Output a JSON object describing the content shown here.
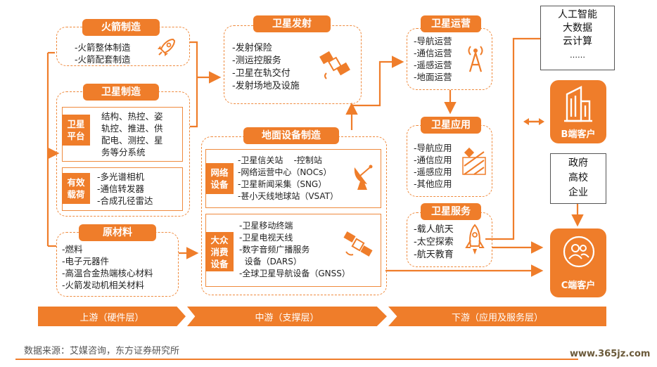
{
  "upstream": {
    "rocket_mfg": {
      "title": "火箭制造",
      "items": [
        "-火箭整体制造",
        "-火箭配套制造"
      ]
    },
    "satellite_mfg": {
      "title": "卫星制造",
      "platform": {
        "label_lines": [
          "卫星",
          "平台"
        ],
        "items": [
          "结构、热控、姿",
          "轨控、推进、供",
          "配电、测控、星",
          "务等分系统"
        ]
      },
      "payload": {
        "label_lines": [
          "有效",
          "载荷"
        ],
        "items": [
          "-多光谱相机",
          "-通信转发器",
          "-合成孔径雷达"
        ]
      }
    },
    "raw_materials": {
      "title": "原材料",
      "items": [
        "-燃料",
        "-电子元器件",
        "-高温合金热端核心材料",
        "-火箭发动机相关材料"
      ]
    }
  },
  "midstream": {
    "launch": {
      "title": "卫星发射",
      "items": [
        "-发射保险",
        "-测运控服务",
        "-卫星在轨交付",
        "-发射场地及设施"
      ]
    },
    "ground_equipment": {
      "title": "地面设备制造",
      "network": {
        "label_lines": [
          "网络",
          "设备"
        ],
        "items": [
          "-卫星信关站    -控制站",
          "-网络运营中心（NOCs）",
          "-卫星新闻采集（SNG）",
          "-甚小天线地球站（VSAT）"
        ]
      },
      "consumer": {
        "label_lines": [
          "大众",
          "消费",
          "设备"
        ],
        "items": [
          "-卫星移动终端",
          "-卫星电视天线",
          "-数字音频广播服务",
          "  设备（DARS）",
          "-全球卫星导航设备（GNSS）"
        ]
      }
    }
  },
  "downstream": {
    "operations": {
      "title": "卫星运营",
      "items": [
        "-导航运营",
        "-通信运营",
        "-遥感运营",
        "-地面运营"
      ]
    },
    "applications": {
      "title": "卫星应用",
      "items": [
        "-导航应用",
        "-通信应用",
        "-遥感应用",
        "-其他应用"
      ]
    },
    "services": {
      "title": "卫星服务",
      "items": [
        "-载人航天",
        "-太空探索",
        "-航天教育"
      ]
    }
  },
  "tech_box": {
    "lines": [
      "人工智能",
      "大数据",
      "云计算",
      "……"
    ]
  },
  "b_client": {
    "label": "B端客户"
  },
  "gov_box": {
    "lines": [
      "政府",
      "高校",
      "企业"
    ]
  },
  "c_client": {
    "label": "C端客户"
  },
  "stages": {
    "upstream": "上游（硬件层）",
    "midstream": "中游（支撑层）",
    "downstream": "下游（应用及服务层）"
  },
  "source": "数据来源：艾媒咨询，东方证券研究所",
  "watermark": "www.365jz.com",
  "colors": {
    "accent": "#ef7d2a",
    "dash": "#ef8a3d"
  },
  "icons": [
    "rocket-icon",
    "satellite-icon",
    "antenna-tower-icon",
    "satellite-dish-icon",
    "building-icon",
    "users-icon"
  ]
}
